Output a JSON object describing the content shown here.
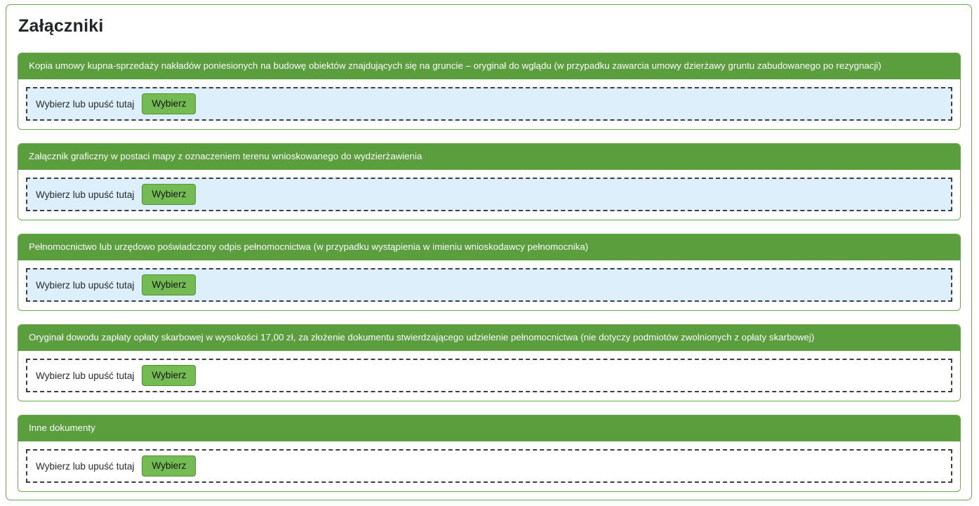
{
  "page": {
    "title": "Załączniki",
    "border_color": "#6aa84f",
    "background": "#ffffff"
  },
  "theme": {
    "header_green": "#5a9e3d",
    "button_green": "#74bb54",
    "button_border_green": "#4f9335",
    "dropzone_blue": "#ddeffb",
    "dropzone_white": "#ffffff",
    "dashed_border": "#3c4043",
    "text_dark": "#26292c"
  },
  "attachments": [
    {
      "header": "Kopia umowy kupna-sprzedaży nakładów poniesionych na budowę obiektów znajdujących się na gruncie – oryginał do wglądu (w przypadku zawarcia umowy dzierżawy gruntu zabudowanego po rezygnacji)",
      "dropzone_label": "Wybierz lub upuść tutaj",
      "button_label": "Wybierz",
      "dropzone_filled": true
    },
    {
      "header": "Załącznik graficzny w postaci mapy z oznaczeniem terenu wnioskowanego do wydzierżawienia",
      "dropzone_label": "Wybierz lub upuść tutaj",
      "button_label": "Wybierz",
      "dropzone_filled": true
    },
    {
      "header": "Pełnomocnictwo lub urzędowo poświadczony odpis pełnomocnictwa (w przypadku wystąpienia w imieniu wnioskodawcy pełnomocnika)",
      "dropzone_label": "Wybierz lub upuść tutaj",
      "button_label": "Wybierz",
      "dropzone_filled": true
    },
    {
      "header": "Oryginał dowodu zapłaty opłaty skarbowej w wysokości 17,00 zł, za złożenie dokumentu stwierdzającego udzielenie pełnomocnictwa (nie dotyczy podmiotów zwolnionych z opłaty skarbowej)",
      "dropzone_label": "Wybierz lub upuść tutaj",
      "button_label": "Wybierz",
      "dropzone_filled": false
    },
    {
      "header": "Inne dokumenty",
      "dropzone_label": "Wybierz lub upuść tutaj",
      "button_label": "Wybierz",
      "dropzone_filled": false
    }
  ]
}
